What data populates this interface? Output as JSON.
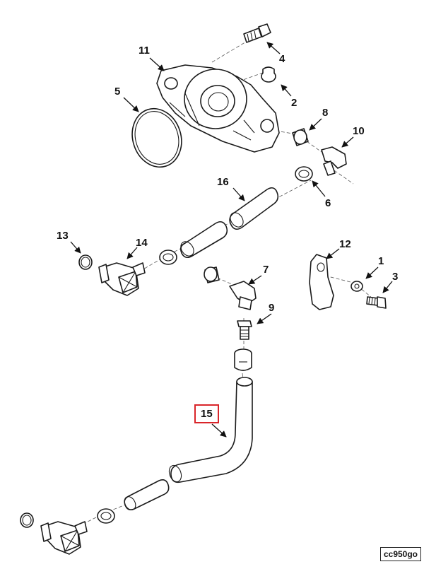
{
  "figure_id": "cc950go",
  "highlight_color": "#d9252a",
  "callouts": [
    {
      "id": "11",
      "label": "11"
    },
    {
      "id": "4",
      "label": "4"
    },
    {
      "id": "5",
      "label": "5"
    },
    {
      "id": "2",
      "label": "2"
    },
    {
      "id": "8",
      "label": "8"
    },
    {
      "id": "10",
      "label": "10"
    },
    {
      "id": "16",
      "label": "16"
    },
    {
      "id": "6",
      "label": "6"
    },
    {
      "id": "13",
      "label": "13"
    },
    {
      "id": "14",
      "label": "14"
    },
    {
      "id": "12",
      "label": "12"
    },
    {
      "id": "7",
      "label": "7"
    },
    {
      "id": "1",
      "label": "1"
    },
    {
      "id": "3",
      "label": "3"
    },
    {
      "id": "9",
      "label": "9"
    },
    {
      "id": "15",
      "label": "15",
      "highlighted": true
    }
  ]
}
